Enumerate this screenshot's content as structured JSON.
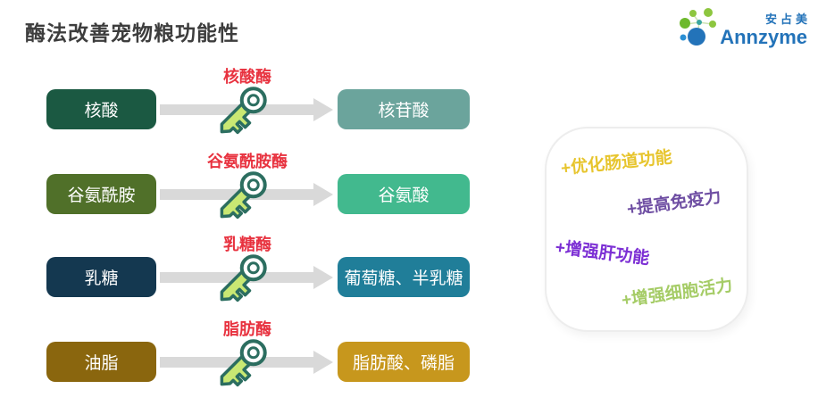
{
  "title": "酶法改善宠物粮功能性",
  "logo": {
    "name_cn": "安占美",
    "name_en": "Annzyme",
    "brand_blue": "#2373b9",
    "brand_green": "#8dc63f"
  },
  "colors": {
    "enzyme_red": "#e8323f",
    "arrow_gray": "#d9d9d9",
    "key_stroke": "#2c6e60",
    "key_fill": "#c9e873"
  },
  "icons": {
    "key": "key-icon",
    "logo_mark": "molecule-cluster-icon",
    "arrow": "arrow-right-icon"
  },
  "rows": [
    {
      "substrate": "核酸",
      "enzyme": "核酸酶",
      "product": "核苷酸",
      "substrate_color": "#1b5942",
      "product_color": "#6ba49c"
    },
    {
      "substrate": "谷氨酰胺",
      "enzyme": "谷氨酰胺酶",
      "product": "谷氨酸",
      "substrate_color": "#507029",
      "product_color": "#42b98e"
    },
    {
      "substrate": "乳糖",
      "enzyme": "乳糖酶",
      "product": "葡萄糖、半乳糖",
      "substrate_color": "#143850",
      "product_color": "#207e99"
    },
    {
      "substrate": "油脂",
      "enzyme": "脂肪酶",
      "product": "脂肪酸、磷脂",
      "substrate_color": "#8a660e",
      "product_color": "#c7971d"
    }
  ],
  "benefits": [
    {
      "label": "+优化肠道功能",
      "color": "#e7c52e"
    },
    {
      "label": "+提高免疫力",
      "color": "#6f4fa3"
    },
    {
      "label": "+增强肝功能",
      "color": "#7c2fd4"
    },
    {
      "label": "+增强细胞活力",
      "color": "#a5cc66"
    }
  ]
}
